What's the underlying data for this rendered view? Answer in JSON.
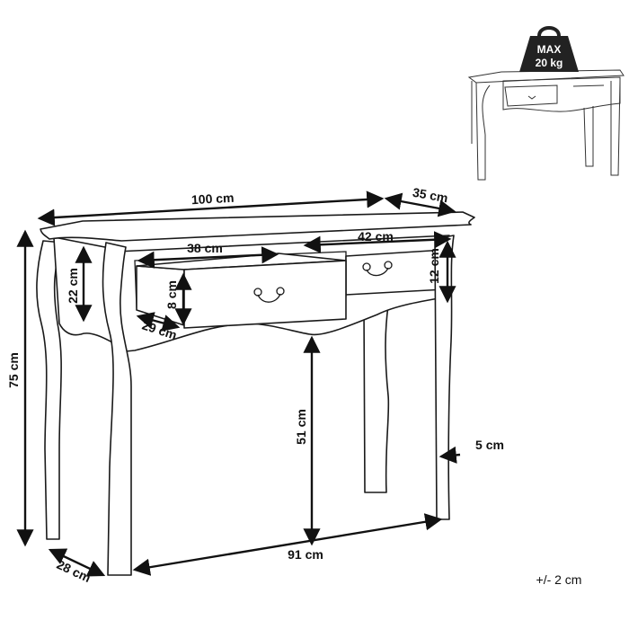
{
  "dimensions": {
    "width": "100 cm",
    "depth": "35 cm",
    "drawer_left_width": "38 cm",
    "drawer_right_width": "42 cm",
    "apron_height": "22 cm",
    "drawer_height": "8 cm",
    "drawer_front_height": "12 cm",
    "drawer_depth": "29 cm",
    "total_height": "75 cm",
    "clearance_height": "51 cm",
    "leg_width": "5 cm",
    "inner_width": "91 cm",
    "inner_depth": "28 cm"
  },
  "tolerance": "+/- 2 cm",
  "max_load": {
    "label": "MAX",
    "value": "20 kg"
  }
}
